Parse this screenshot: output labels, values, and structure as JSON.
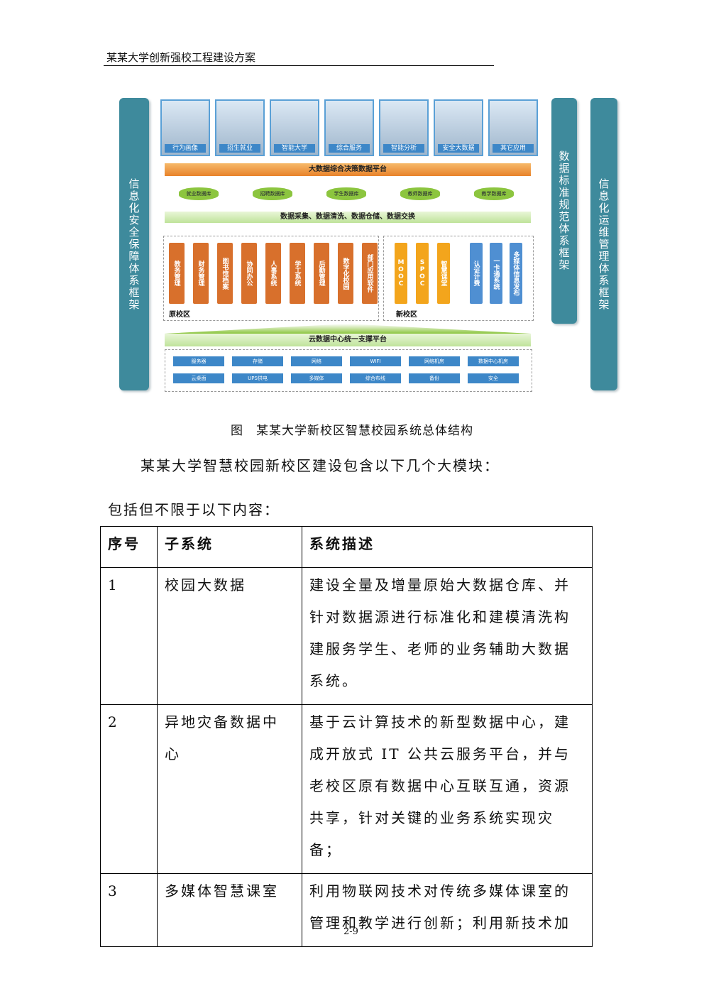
{
  "header": {
    "title": "某某大学创新强校工程建设方案"
  },
  "diagram": {
    "left_sidebar": "信息化安全保障体系框架",
    "right_sidebar_1": "数据标准规范体系框架",
    "right_sidebar_2": "信息化运维管理体系框架",
    "photo_tiles": [
      "行为画像",
      "招生就业",
      "智能大学",
      "综合服务",
      "智能分析",
      "安全大数据",
      "其它应用"
    ],
    "top_platform": "大数据综合决策数据平台",
    "databases": [
      "就业数据库",
      "招聘数据库",
      "学生数据库",
      "教师数据库",
      "教学数据库"
    ],
    "collection_bar": "数据采集、数据清洗、数据仓储、数据交换",
    "old_campus": {
      "label": "原校区",
      "systems": [
        "教务管理",
        "财务管理",
        "图书馆档案",
        "协同办公",
        "人事系统",
        "学工系统",
        "后勤管理",
        "数字化校园",
        "部门应用软件"
      ]
    },
    "new_campus": {
      "label": "新校区",
      "systems_orange": [
        "MOOC",
        "SPOC",
        "智慧课堂"
      ],
      "systems_blue": [
        "认证计费",
        "一卡通系统",
        "多媒体信息发布"
      ]
    },
    "cloud_platform": "云数据中心统一支撑平台",
    "infrastructure_row1": [
      "服务器",
      "存储",
      "网络",
      "WIFI",
      "网络机房",
      "数据中心机房"
    ],
    "infrastructure_row2": [
      "云桌面",
      "UPS供电",
      "多媒体",
      "综合布线",
      "备份",
      "安全"
    ]
  },
  "caption": "图　某某大学新校区智慧校园系统总体结构",
  "para1": "某某大学智慧校园新校区建设包含以下几个大模块：",
  "para2": "包括但不限于以下内容：",
  "table": {
    "headers": [
      "序号",
      "子系统",
      "系统描述"
    ],
    "rows": [
      {
        "no": "1",
        "name": "校园大数据",
        "desc": "建设全量及增量原始大数据仓库、并针对数据源进行标准化和建模清洗构建服务学生、老师的业务辅助大数据系统。"
      },
      {
        "no": "2",
        "name": "异地灾备数据中心",
        "desc": "基于云计算技术的新型数据中心，建成开放式 IT 公共云服务平台，并与老校区原有数据中心互联互通，资源共享，针对关键的业务系统实现灾备；"
      },
      {
        "no": "3",
        "name": "多媒体智慧课室",
        "desc": "利用物联网技术对传统多媒体课室的管理和教学进行创新；利用新技术加"
      }
    ]
  },
  "page_number": "2-9"
}
